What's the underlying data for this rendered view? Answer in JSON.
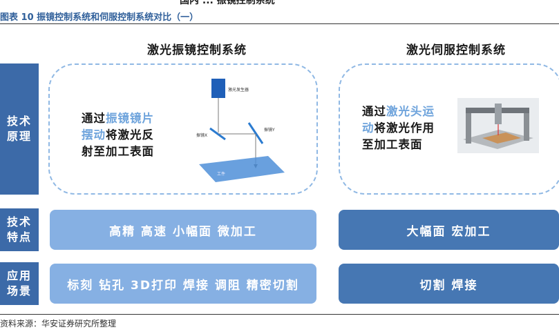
{
  "top_fragment": "国内 ... 振镜控制系统",
  "caption": "图表 10 振镜控制系统和伺服控制系统对比（一）",
  "columns": {
    "left": "激光振镜控制系统",
    "right": "激光伺服控制系统"
  },
  "rows": {
    "principle": "技术\n原理",
    "features": "技术\n特点",
    "applications": "应用\n场景"
  },
  "left_principle": {
    "line1_a": "通过",
    "line1_hl": "振镜镜片",
    "line2_hl": "摆动",
    "line2_b": "将激光反",
    "line3": "射至加工表面"
  },
  "right_principle": {
    "line1_a": "通过",
    "line1_hl": "激光头运",
    "line2_hl": "动",
    "line2_b": "将激光作用",
    "line3": "至加工表面"
  },
  "diagram_labels": {
    "laser": "激光发生器",
    "mirror_x": "振镜X",
    "mirror_y": "振镜Y",
    "workpiece": "工件"
  },
  "features": {
    "left": "高精 高速 小幅面 微加工",
    "right": "大幅面 宏加工"
  },
  "applications": {
    "left": "标刻 钻孔 3D打印 焊接 调阻 精密切割",
    "right": "切割 焊接"
  },
  "source": "资料来源：华安证券研究所整理",
  "colors": {
    "side_label": "#3c6aa8",
    "light_pill": "#86b0e3",
    "dark_pill": "#4677b3",
    "highlight": "#6fa4dc",
    "dashed_border": "#8fb8e4"
  }
}
